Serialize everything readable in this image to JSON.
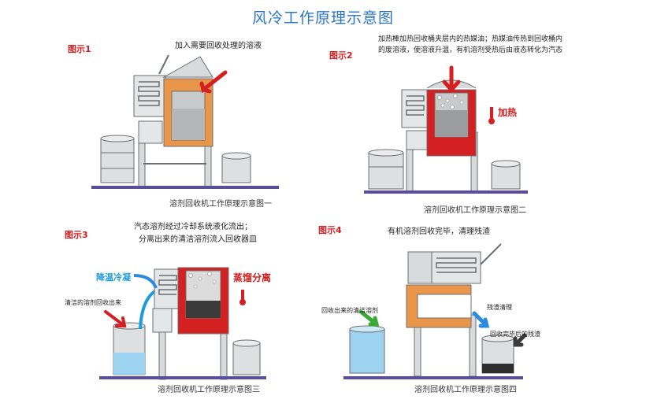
{
  "title": "风冷工作原理示意图",
  "panels": [
    {
      "tag": "图示1",
      "notes": [
        "加入需要回收处理的溶液"
      ],
      "caption": "溶剂回收机工作原理示意图一"
    },
    {
      "tag": "图示2",
      "notes": [
        "加热棒加热回收桶夹层内的热媒油；热媒油传热到回收桶内",
        "的废溶液，使溶液升温，有机溶剂受热后由液态转化为汽态"
      ],
      "label_heat": "加热",
      "caption": "溶剂回收机工作原理示意图二"
    },
    {
      "tag": "图示3",
      "notes": [
        "汽态溶剂经过冷却系统液化流出；",
        "分离出来的清洁溶剂流入回收器皿"
      ],
      "label_cool": "降温冷凝",
      "label_distill": "蒸馏分离",
      "label_clean": "清洁的溶剂回收出来",
      "caption": "溶剂回收机工作原理示意图三"
    },
    {
      "tag": "图示4",
      "notes": [
        "有机溶剂回收完毕，清理残渣"
      ],
      "label_recovered": "回收出来的清洁溶剂",
      "label_clean_residue": "残渣清理",
      "label_residue_done": "回收完毕后的残渣",
      "caption": "溶剂回收机工作原理示意图四"
    }
  ],
  "colors": {
    "title": "#2a74c8",
    "tag": "#d11c1c",
    "orange": "#e9964a",
    "red": "#d42020",
    "machine": "#d9dadc",
    "stroke": "#6b6e72",
    "floor": "#5a4d9a",
    "blue_liquid": "#9dd3f0",
    "arrow_red": "#d42020",
    "arrow_blue": "#2a8be0",
    "arrow_green": "#3aaa35"
  }
}
